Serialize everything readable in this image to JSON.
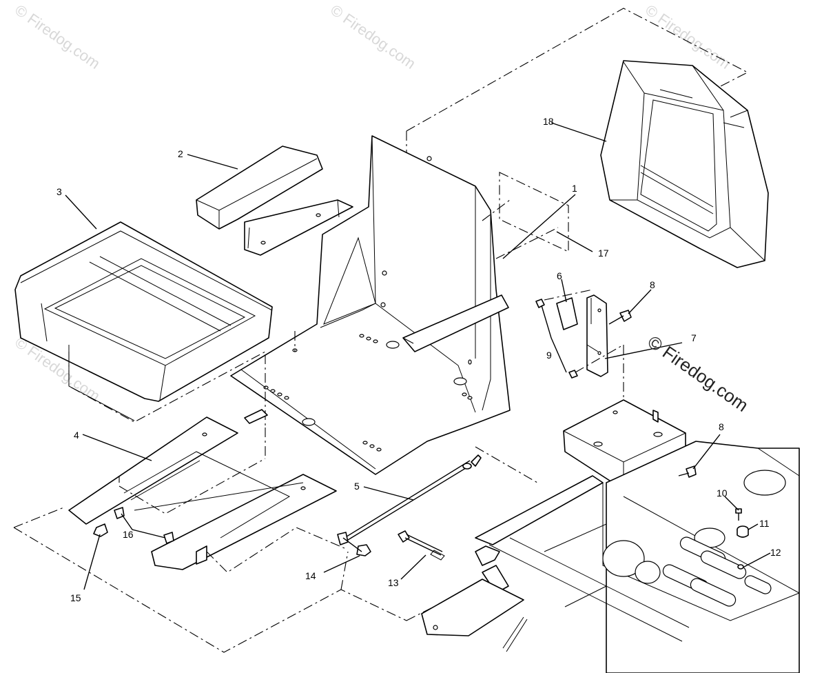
{
  "watermarks": {
    "text": "© Firedog.com",
    "prominent": "© Firedog.com"
  },
  "callouts": {
    "c1": "1",
    "c2": "2",
    "c3": "3",
    "c4": "4",
    "c5": "5",
    "c6": "6",
    "c7": "7",
    "c8a": "8",
    "c8b": "8",
    "c9": "9",
    "c10": "10",
    "c11": "11",
    "c12": "12",
    "c13": "13",
    "c14": "14",
    "c15": "15",
    "c16": "16",
    "c17": "17",
    "c18": "18"
  },
  "colors": {
    "ink": "#000000",
    "background": "#ffffff",
    "watermark": "#d8d8d8"
  }
}
